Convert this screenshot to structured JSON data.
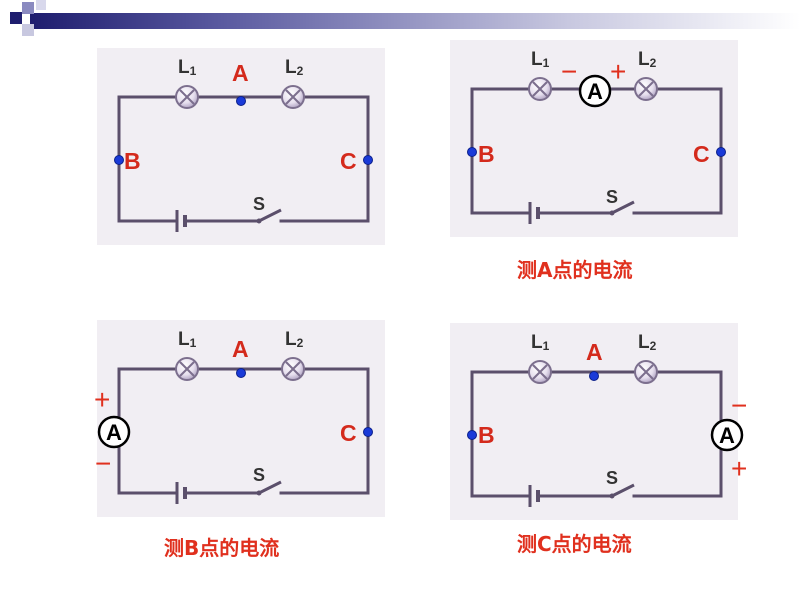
{
  "diagrams": {
    "base": {
      "lamp1": "L",
      "lamp1_sub": "1",
      "lamp2": "L",
      "lamp2_sub": "2",
      "point_a": "A",
      "point_b": "B",
      "point_c": "C",
      "switch": "S"
    },
    "measure_a": {
      "lamp1": "L",
      "lamp1_sub": "1",
      "lamp2": "L",
      "lamp2_sub": "2",
      "point_b": "B",
      "point_c": "C",
      "switch": "S",
      "ammeter": "A",
      "minus": "−",
      "plus": "+",
      "caption": "测A点的电流"
    },
    "measure_b": {
      "lamp1": "L",
      "lamp1_sub": "1",
      "lamp2": "L",
      "lamp2_sub": "2",
      "point_a": "A",
      "point_c": "C",
      "switch": "S",
      "ammeter": "A",
      "plus": "+",
      "minus": "−",
      "caption": "测B点的电流"
    },
    "measure_c": {
      "lamp1": "L",
      "lamp1_sub": "1",
      "lamp2": "L",
      "lamp2_sub": "2",
      "point_a": "A",
      "point_b": "B",
      "switch": "S",
      "ammeter": "A",
      "minus": "−",
      "plus": "+",
      "caption": "测C点的电流"
    }
  },
  "colors": {
    "panel": "#f1eef3",
    "wire": "#5b4f6b",
    "point": "#1a3ad8",
    "label_red": "#d42a1c",
    "caption_red": "#e0301e"
  }
}
